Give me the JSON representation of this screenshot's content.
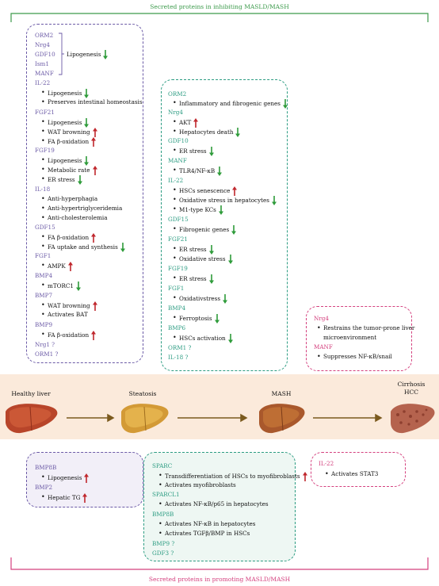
{
  "top_banner": "Secreted proteins in inhibiting MASLD/MASH",
  "bottom_banner": "Secreted proteins in promoting MASLD/MASH",
  "colors": {
    "green": "#3c9a4b",
    "teal": "#2c9c82",
    "purple": "#6b5aa6",
    "pink": "#d4407e",
    "up": "#c0272d",
    "down": "#2e9b3a",
    "band": "#fbeadb"
  },
  "box1": {
    "group_genes": [
      "ORM2",
      "Nrg4",
      "GDF10",
      "Ism1",
      "MANF"
    ],
    "group_effect": "Lipogenesis",
    "items": [
      {
        "gene": "IL-22",
        "effects": [
          "Lipogenesis",
          "Preserves intestinal homeostasis"
        ]
      },
      {
        "gene": "FGF21",
        "effects": [
          "Lipogenesis",
          "WAT browning",
          "FA β-oxidation"
        ]
      },
      {
        "gene": "FGF19",
        "effects": [
          "Lipogenesis",
          "Metabolic rate",
          "ER stress"
        ]
      },
      {
        "gene": "IL-18",
        "effects": [
          "Anti-hyperphagia",
          "Anti-hypertriglyceridemia",
          "Anti-cholesterolemia"
        ]
      },
      {
        "gene": "GDF15",
        "effects": [
          "FA β-oxidation",
          "FA uptake and synthesis"
        ]
      },
      {
        "gene": "FGF1",
        "effects": [
          "AMPK"
        ]
      },
      {
        "gene": "BMP4",
        "effects": [
          "mTORC1"
        ]
      },
      {
        "gene": "BMP7",
        "effects": [
          "WAT browning",
          "Activates BAT"
        ]
      },
      {
        "gene": "BMP9",
        "effects": [
          "FA β-oxidation"
        ]
      },
      {
        "gene": "Nrg1 ?",
        "effects": []
      },
      {
        "gene": "ORM1 ?",
        "effects": []
      }
    ]
  },
  "box2": {
    "items": [
      {
        "gene": "ORM2",
        "effects": [
          "Inflammatory and fibrogenic genes"
        ]
      },
      {
        "gene": "Nrg4",
        "effects": [
          "AKT",
          "Hepatocytes death"
        ]
      },
      {
        "gene": "GDF10",
        "effects": [
          "ER stress"
        ]
      },
      {
        "gene": "MANF",
        "effects": [
          "TLR4/NF-κB"
        ]
      },
      {
        "gene": "IL-22",
        "effects": [
          "HSCs senescence",
          "Oxidative stress in hepatocytes",
          "M1-type KCs"
        ]
      },
      {
        "gene": "GDF15",
        "effects": [
          "Fibrogenic genes"
        ]
      },
      {
        "gene": "FGF21",
        "effects": [
          "ER stress",
          "Oxidative stress"
        ]
      },
      {
        "gene": "FGF19",
        "effects": [
          "ER stress"
        ]
      },
      {
        "gene": "FGF1",
        "effects": [
          "Oxidativstress"
        ]
      },
      {
        "gene": "BMP4",
        "effects": [
          "Ferroptosis"
        ]
      },
      {
        "gene": "BMP6",
        "effects": [
          "HSCs activation"
        ]
      },
      {
        "gene": "ORM1 ?",
        "effects": []
      },
      {
        "gene": "IL-18 ?",
        "effects": []
      }
    ]
  },
  "box3": {
    "items": [
      {
        "gene": "Nrg4",
        "effects": [
          "Restrains the tumor-prone liver",
          "microenvironment"
        ]
      },
      {
        "gene": "MANF",
        "effects": [
          "Suppresses NF-κB/snail"
        ]
      }
    ]
  },
  "stages": [
    "Healthy liver",
    "Steatosis",
    "MASH",
    "Cirrhosis",
    "HCC"
  ],
  "box4": {
    "items": [
      {
        "gene": "BMP8B",
        "effects": [
          "Lipogenesis"
        ]
      },
      {
        "gene": "BMP2",
        "effects": [
          "Hepatic TG"
        ]
      }
    ]
  },
  "box5": {
    "items": [
      {
        "gene": "SPARC",
        "effects": [
          "Transdifferentiation of HSCs to myofibroblasts",
          "Activates myofibroblasts"
        ]
      },
      {
        "gene": "SPARCL1",
        "effects": [
          "Activates NF-κB/p65 in hepatocytes"
        ]
      },
      {
        "gene": "BMP8B",
        "effects": [
          "Activates NF-κB in hepatocytes",
          "Activates TGFβ/BMP in HSCs"
        ]
      },
      {
        "gene": "BMP9 ?",
        "effects": []
      },
      {
        "gene": "GDF3 ?",
        "effects": []
      }
    ]
  },
  "box6": {
    "items": [
      {
        "gene": "IL-22",
        "effects": [
          "Activates STAT3"
        ]
      }
    ]
  }
}
